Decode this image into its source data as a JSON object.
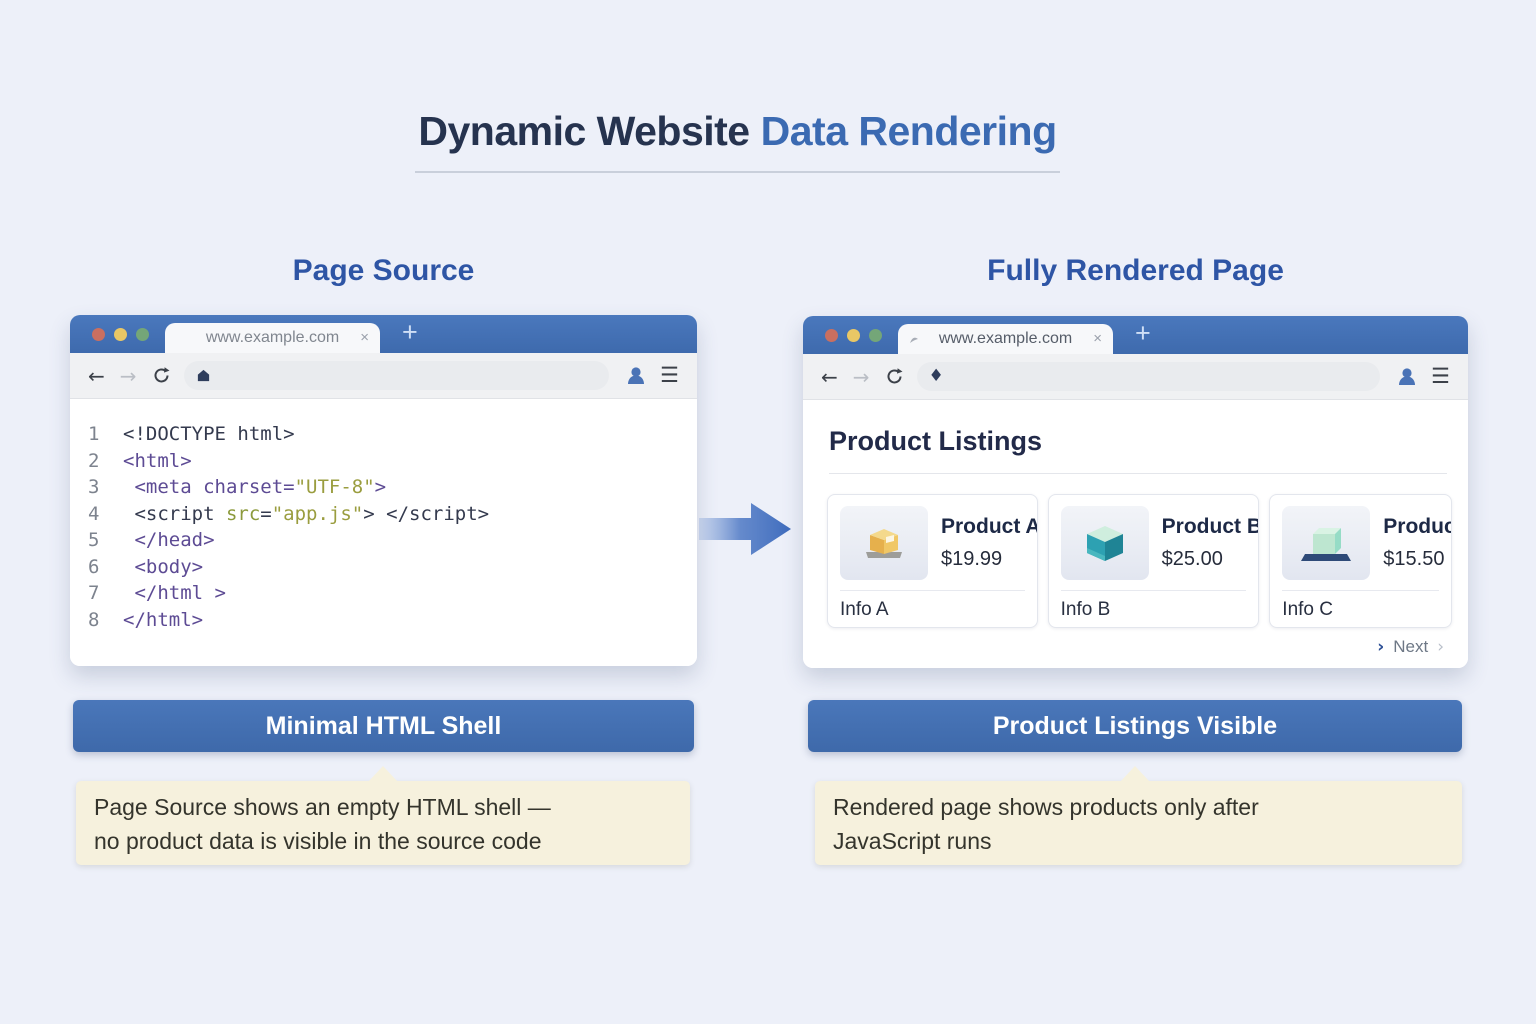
{
  "title": {
    "part1": "Dynamic Website",
    "part2": "Data Rendering"
  },
  "chrome": {
    "back": "←",
    "forward": "→",
    "menu": "☰",
    "address_diamond": "♦"
  },
  "left": {
    "heading": "Page Source",
    "tab_url": "www.example.com",
    "tab_close": "×",
    "new_tab": "+",
    "code": [
      {
        "num": "1",
        "seg": [
          "<!DOCTYPE html>"
        ]
      },
      {
        "num": "2",
        "seg": [
          "<html>"
        ]
      },
      {
        "num": "3",
        "seg": [
          " <meta charset=",
          "\"UTF-8\"",
          ">"
        ]
      },
      {
        "num": "4",
        "seg": [
          " <script ",
          "src",
          "=",
          "\"app.js\"",
          "> </script>"
        ]
      },
      {
        "num": "5",
        "seg": [
          " </head>"
        ]
      },
      {
        "num": "6",
        "seg": [
          " <body>"
        ]
      },
      {
        "num": "7",
        "seg": [
          " </html >"
        ]
      },
      {
        "num": "8",
        "seg": [
          "</html>"
        ]
      }
    ],
    "label": "Minimal HTML Shell",
    "caption1": "Page Source shows an empty HTML shell —",
    "caption2": "no product data is visible in the source code"
  },
  "right": {
    "heading": "Fully Rendered Page",
    "tab_url": "www.example.com",
    "tab_close": "×",
    "new_tab": "+",
    "content_title": "Product Listings",
    "products": [
      {
        "name": "Product A",
        "price": "$19.99",
        "info": "Info A",
        "icon": "package-box-icon"
      },
      {
        "name": "Product B",
        "price": "$25.00",
        "info": "Info B",
        "icon": "teal-cube-icon"
      },
      {
        "name": "Product",
        "price": "$15.50",
        "info": "Info C",
        "icon": "mint-cube-stand-icon"
      }
    ],
    "next_prefix": "›",
    "next_label": "Next",
    "next_suffix": "›",
    "label": "Product Listings Visible",
    "caption1": "Rendered page shows products only after",
    "caption2": "JavaScript runs"
  },
  "colors": {
    "background": "#edf0f9",
    "title_dark": "#26334f",
    "title_blue": "#3b6ab2",
    "heading_blue": "#2e55a5",
    "chrome_blue": "#4573b7",
    "bar_blue": "#4470b0",
    "note_cream": "#f6f1dd",
    "code_purple": "#5d4b94",
    "code_olive": "#9a9d3f",
    "code_dark": "#343a4e",
    "product_navy": "#1d2946"
  }
}
